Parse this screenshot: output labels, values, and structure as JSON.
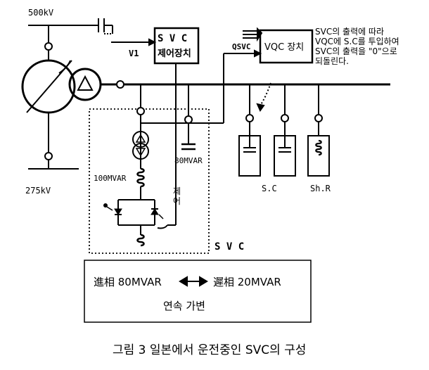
{
  "labels": {
    "v500": "500kV",
    "v275": "275kV",
    "svc_ctrl_1": "S V C",
    "svc_ctrl_2": "제어장치",
    "v1": "V1",
    "qsvc": "QSVC",
    "vqc_box": "VQC 장치",
    "note_1": "SVC의 출력에 따라",
    "note_2": "VQC에 S.C를 투입하여",
    "note_3": "SVC의 출력을 \"0\"으로",
    "note_4": "되돌린다.",
    "mvar100": "100MVAR",
    "mvar80": "80MVAR",
    "ctrl_v1": "제",
    "ctrl_v2": "어",
    "sc": "S.C",
    "shr": "Sh.R",
    "svc": "S V C",
    "lead": "進相 80MVAR",
    "lag": "遲相 20MVAR",
    "continuous": "연속 가변",
    "caption": "그림 3 일본에서 운전중인 SVC의 구성"
  }
}
